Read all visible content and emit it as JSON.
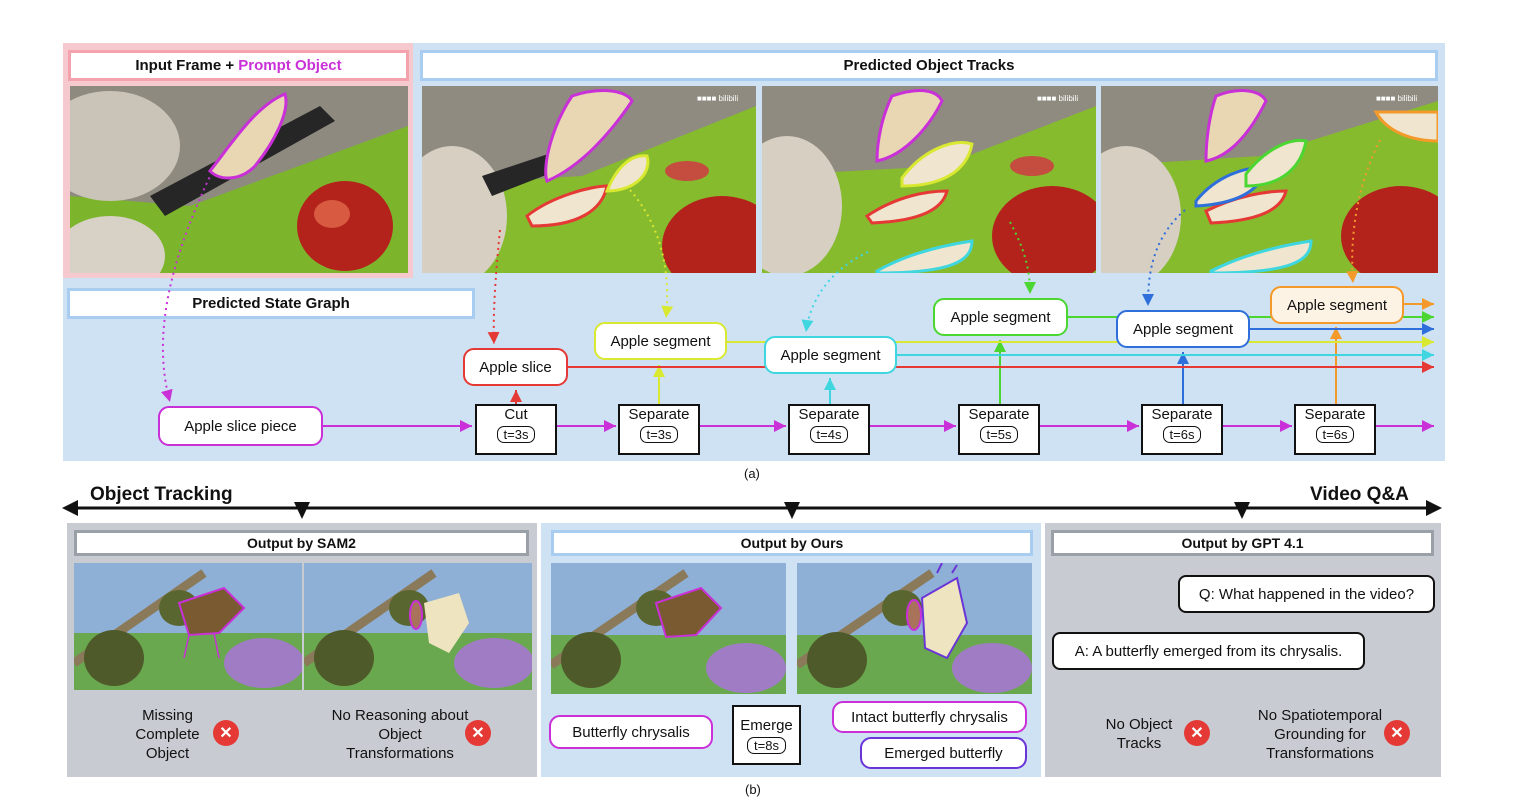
{
  "part_a": {
    "input_header": {
      "prefix": "Input Frame + ",
      "highlight": "Prompt Object"
    },
    "tracks_header": "Predicted Object Tracks",
    "graph_header": "Predicted State Graph",
    "watermark": "■■■■ bilibili",
    "state_nodes": {
      "piece": "Apple slice piece",
      "slice": "Apple slice",
      "seg_yellow": "Apple segment",
      "seg_cyan": "Apple segment",
      "seg_green": "Apple segment",
      "seg_blue": "Apple segment",
      "seg_orange": "Apple segment"
    },
    "actions": [
      {
        "name": "Cut",
        "time": "t=3s"
      },
      {
        "name": "Separate",
        "time": "t=3s"
      },
      {
        "name": "Separate",
        "time": "t=4s"
      },
      {
        "name": "Separate",
        "time": "t=5s"
      },
      {
        "name": "Separate",
        "time": "t=6s"
      },
      {
        "name": "Separate",
        "time": "t=6s"
      }
    ],
    "caption": "(a)"
  },
  "axis": {
    "left": "Object Tracking",
    "right": "Video Q&A"
  },
  "part_b": {
    "sam2": {
      "header": "Output by SAM2",
      "note1": "Missing Complete Object",
      "note2": "No Reasoning about Object Transformations"
    },
    "ours": {
      "header": "Output by Ours",
      "node_start": "Butterfly chrysalis",
      "action": {
        "name": "Emerge",
        "time": "t=8s"
      },
      "node_top": "Intact butterfly chrysalis",
      "node_bottom": "Emerged butterfly"
    },
    "gpt": {
      "header": "Output by GPT 4.1",
      "question": "Q: What happened in the video?",
      "answer": "A: A butterfly emerged from its chrysalis.",
      "note1": "No Object Tracks",
      "note2": "No Spatiotemporal Grounding for Transformations"
    },
    "caption": "(b)",
    "cross": "✕"
  },
  "colors": {
    "magenta": "#c930d8",
    "red": "#e53935",
    "yellow": "#d9e830",
    "cyan": "#3fd6e0",
    "green": "#4cd632",
    "blue": "#2f6fdb",
    "orange": "#f39a2b",
    "purple": "#6a35d6"
  }
}
